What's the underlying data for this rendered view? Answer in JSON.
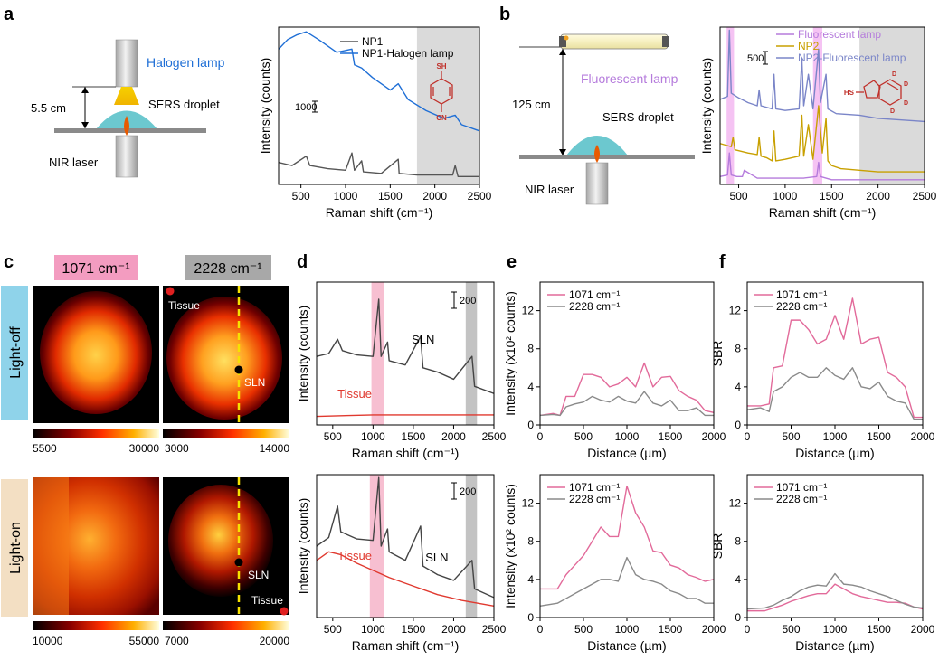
{
  "panels": {
    "a": {
      "letter": "a",
      "labels": {
        "lamp": "Halogen lamp",
        "distance": "5.5 cm",
        "droplet": "SERS droplet",
        "laser": "NIR laser"
      },
      "structure": {
        "top": "SH",
        "bottom": "CN"
      }
    },
    "b": {
      "letter": "b",
      "labels": {
        "lamp": "Fluorescent lamp",
        "distance": "125 cm",
        "droplet": "SERS droplet",
        "laser": "NIR laser"
      },
      "structure": {
        "sh": "HS",
        "d": "D"
      }
    },
    "c": {
      "letter": "c",
      "col1": "1071 cm⁻¹",
      "col2": "2228 cm⁻¹",
      "row1": "Light-off",
      "row2": "Light-on",
      "tissue": "Tissue",
      "sln": "SLN",
      "cbar_off_1": [
        "5500",
        "30000"
      ],
      "cbar_off_2": [
        "3000",
        "14000"
      ],
      "cbar_on_1": [
        "10000",
        "55000"
      ],
      "cbar_on_2": [
        "7000",
        "20000"
      ]
    },
    "d": {
      "letter": "d"
    },
    "e": {
      "letter": "e"
    },
    "f": {
      "letter": "f"
    }
  },
  "chart_data": [
    {
      "id": "a-spectra",
      "type": "line",
      "xlabel": "Raman shift (cm⁻¹)",
      "ylabel": "Intensity (counts)",
      "xlim": [
        250,
        2500
      ],
      "xticks": [
        500,
        1000,
        1500,
        2000,
        2500
      ],
      "scale_bar": "1000",
      "shaded": [
        [
          1800,
          2500
        ]
      ],
      "series": [
        {
          "name": "NP1",
          "color": "#555555",
          "x": [
            250,
            400,
            560,
            600,
            800,
            1000,
            1071,
            1100,
            1180,
            1200,
            1400,
            1590,
            1600,
            1800,
            2200,
            2228,
            2260,
            2500
          ],
          "y": [
            0.14,
            0.12,
            0.18,
            0.12,
            0.1,
            0.09,
            0.2,
            0.09,
            0.15,
            0.08,
            0.07,
            0.16,
            0.07,
            0.06,
            0.06,
            0.12,
            0.05,
            0.05
          ]
        },
        {
          "name": "NP1-Halogen lamp",
          "color": "#1f6fd6",
          "x": [
            250,
            350,
            450,
            560,
            700,
            900,
            1071,
            1100,
            1180,
            1300,
            1500,
            1590,
            1700,
            1900,
            2100,
            2228,
            2300,
            2500
          ],
          "y": [
            0.86,
            0.92,
            0.95,
            0.97,
            0.92,
            0.84,
            0.86,
            0.76,
            0.74,
            0.68,
            0.6,
            0.64,
            0.54,
            0.47,
            0.42,
            0.44,
            0.38,
            0.34
          ]
        }
      ]
    },
    {
      "id": "b-spectra",
      "type": "line",
      "xlabel": "Raman shift (cm⁻¹)",
      "ylabel": "Intensity (counts)",
      "xlim": [
        300,
        2500
      ],
      "xticks": [
        500,
        1000,
        1500,
        2000,
        2500
      ],
      "scale_bar": "500",
      "shaded": [
        [
          1800,
          2500
        ]
      ],
      "series": [
        {
          "name": "Fluorescent lamp",
          "color": "#b57bdc",
          "x": [
            300,
            380,
            400,
            420,
            480,
            540,
            560,
            700,
            1000,
            1200,
            1340,
            1360,
            1380,
            1500,
            2000,
            2500
          ],
          "y": [
            0.05,
            0.06,
            0.2,
            0.06,
            0.05,
            0.05,
            0.09,
            0.04,
            0.04,
            0.04,
            0.05,
            0.14,
            0.05,
            0.03,
            0.03,
            0.03
          ]
        },
        {
          "name": "NP2",
          "color": "#c8a000",
          "x": [
            300,
            420,
            440,
            460,
            600,
            700,
            720,
            740,
            800,
            860,
            880,
            900,
            1000,
            1150,
            1180,
            1200,
            1250,
            1300,
            1360,
            1400,
            1440,
            1460,
            1500,
            1600,
            1800,
            2000,
            2500
          ],
          "y": [
            0.26,
            0.24,
            0.3,
            0.22,
            0.2,
            0.19,
            0.3,
            0.18,
            0.17,
            0.15,
            0.34,
            0.15,
            0.16,
            0.18,
            0.44,
            0.18,
            0.38,
            0.16,
            0.5,
            0.2,
            0.42,
            0.15,
            0.12,
            0.1,
            0.09,
            0.08,
            0.08
          ]
        },
        {
          "name": "NP2-Fluorescent lamp",
          "color": "#7a85c8",
          "x": [
            300,
            380,
            400,
            420,
            500,
            600,
            700,
            720,
            740,
            860,
            880,
            900,
            1000,
            1150,
            1180,
            1200,
            1250,
            1300,
            1360,
            1380,
            1400,
            1440,
            1460,
            1550,
            1800,
            2000,
            2500
          ],
          "y": [
            0.54,
            0.56,
            0.98,
            0.58,
            0.55,
            0.52,
            0.5,
            0.6,
            0.5,
            0.48,
            0.7,
            0.48,
            0.47,
            0.48,
            0.8,
            0.5,
            0.7,
            0.48,
            0.86,
            0.52,
            0.58,
            0.7,
            0.48,
            0.45,
            0.44,
            0.42,
            0.4
          ]
        }
      ]
    },
    {
      "id": "d-off",
      "type": "line",
      "xlabel": "Raman shift (cm⁻¹)",
      "ylabel": "Intensity (counts)",
      "xlim": [
        300,
        2500
      ],
      "xticks": [
        500,
        1000,
        1500,
        2000,
        2500
      ],
      "scale_bar": "200",
      "annotations": {
        "sln": "SLN",
        "tissue": "Tissue"
      },
      "shaded": [
        [
          980,
          1140
        ],
        [
          2150,
          2290
        ]
      ],
      "series": [
        {
          "name": "SLN",
          "color": "#444444",
          "x": [
            300,
            450,
            560,
            620,
            800,
            1000,
            1071,
            1100,
            1180,
            1200,
            1400,
            1590,
            1620,
            1800,
            2000,
            2228,
            2260,
            2500
          ],
          "y": [
            0.48,
            0.5,
            0.6,
            0.52,
            0.49,
            0.48,
            0.88,
            0.48,
            0.58,
            0.45,
            0.42,
            0.62,
            0.4,
            0.37,
            0.32,
            0.48,
            0.27,
            0.22
          ]
        },
        {
          "name": "Tissue",
          "color": "#e0392f",
          "x": [
            300,
            1000,
            2500
          ],
          "y": [
            0.06,
            0.07,
            0.07
          ]
        }
      ]
    },
    {
      "id": "d-on",
      "type": "line",
      "xlabel": "Raman shift (cm⁻¹)",
      "ylabel": "Intensity (counts)",
      "xlim": [
        300,
        2500
      ],
      "xticks": [
        500,
        1000,
        1500,
        2000,
        2500
      ],
      "scale_bar": "200",
      "annotations": {
        "sln": "SLN",
        "tissue": "Tissue"
      },
      "shaded": [
        [
          960,
          1140
        ],
        [
          2150,
          2290
        ]
      ],
      "series": [
        {
          "name": "SLN",
          "color": "#444444",
          "x": [
            300,
            450,
            560,
            600,
            800,
            1000,
            1071,
            1100,
            1180,
            1200,
            1400,
            1590,
            1620,
            1800,
            2000,
            2228,
            2260,
            2500
          ],
          "y": [
            0.5,
            0.56,
            0.78,
            0.6,
            0.55,
            0.54,
            0.98,
            0.5,
            0.62,
            0.46,
            0.4,
            0.64,
            0.36,
            0.3,
            0.26,
            0.4,
            0.2,
            0.14
          ]
        },
        {
          "name": "Tissue",
          "color": "#e0392f",
          "x": [
            300,
            450,
            600,
            800,
            1000,
            1200,
            1500,
            1800,
            2100,
            2500
          ],
          "y": [
            0.4,
            0.46,
            0.44,
            0.38,
            0.33,
            0.28,
            0.22,
            0.16,
            0.12,
            0.08
          ]
        }
      ]
    },
    {
      "id": "e-off",
      "type": "line",
      "xlabel": "Distance (µm)",
      "ylabel": "Intensity (x10² counts)",
      "xlim": [
        0,
        2000
      ],
      "ylim": [
        0,
        15
      ],
      "xticks": [
        0,
        500,
        1000,
        1500,
        2000
      ],
      "yticks": [
        0,
        4,
        8,
        12
      ],
      "series": [
        {
          "name": "1071 cm⁻¹",
          "color": "#e26a9a",
          "x": [
            0,
            150,
            230,
            300,
            400,
            500,
            600,
            700,
            800,
            900,
            1000,
            1100,
            1200,
            1300,
            1400,
            1500,
            1600,
            1700,
            1800,
            1900,
            2000
          ],
          "y": [
            1.0,
            1.2,
            1.0,
            3.0,
            3.0,
            5.3,
            5.3,
            5.0,
            4.0,
            4.3,
            5.0,
            4.0,
            6.5,
            4.0,
            5.0,
            5.1,
            3.6,
            3.0,
            2.6,
            1.5,
            1.3
          ]
        },
        {
          "name": "2228 cm⁻¹",
          "color": "#8a8a8a",
          "x": [
            0,
            150,
            230,
            300,
            400,
            500,
            600,
            700,
            800,
            900,
            1000,
            1100,
            1200,
            1300,
            1400,
            1500,
            1600,
            1700,
            1800,
            1900,
            2000
          ],
          "y": [
            1.0,
            1.1,
            1.0,
            1.9,
            2.2,
            2.4,
            3.0,
            2.6,
            2.4,
            3.0,
            2.5,
            2.3,
            3.5,
            2.3,
            2.0,
            2.6,
            1.5,
            1.5,
            1.8,
            1.0,
            1.0
          ]
        }
      ]
    },
    {
      "id": "e-on",
      "type": "line",
      "xlabel": "Distance (µm)",
      "ylabel": "Intensity (x10² counts)",
      "xlim": [
        0,
        2000
      ],
      "ylim": [
        0,
        15
      ],
      "xticks": [
        0,
        500,
        1000,
        1500,
        2000
      ],
      "yticks": [
        0,
        4,
        8,
        12
      ],
      "series": [
        {
          "name": "1071 cm⁻¹",
          "color": "#e26a9a",
          "x": [
            0,
            200,
            300,
            400,
            500,
            600,
            700,
            800,
            900,
            1000,
            1100,
            1200,
            1300,
            1400,
            1500,
            1600,
            1700,
            1800,
            1900,
            2000
          ],
          "y": [
            3.0,
            3.0,
            4.5,
            5.5,
            6.5,
            8.0,
            9.5,
            8.5,
            8.5,
            13.8,
            11.0,
            9.5,
            7.0,
            6.8,
            5.5,
            5.2,
            4.5,
            4.2,
            3.8,
            4.0
          ]
        },
        {
          "name": "2228 cm⁻¹",
          "color": "#8a8a8a",
          "x": [
            0,
            200,
            300,
            400,
            500,
            600,
            700,
            800,
            900,
            1000,
            1100,
            1200,
            1300,
            1400,
            1500,
            1600,
            1700,
            1800,
            1900,
            2000
          ],
          "y": [
            1.2,
            1.5,
            2.0,
            2.5,
            3.0,
            3.5,
            4.0,
            4.0,
            3.8,
            6.3,
            4.5,
            4.0,
            3.8,
            3.5,
            2.8,
            2.5,
            2.0,
            2.0,
            1.5,
            1.5
          ]
        }
      ]
    },
    {
      "id": "f-off",
      "type": "line",
      "xlabel": "Distance (µm)",
      "ylabel": "SBR",
      "xlim": [
        0,
        2000
      ],
      "ylim": [
        0,
        15
      ],
      "xticks": [
        0,
        500,
        1000,
        1500,
        2000
      ],
      "yticks": [
        0,
        4,
        8,
        12
      ],
      "series": [
        {
          "name": "1071 cm⁻¹",
          "color": "#e26a9a",
          "x": [
            0,
            150,
            250,
            300,
            400,
            500,
            600,
            700,
            800,
            900,
            1000,
            1100,
            1200,
            1300,
            1400,
            1500,
            1600,
            1700,
            1800,
            1900,
            2000
          ],
          "y": [
            2.0,
            2.0,
            2.2,
            6.0,
            6.2,
            11.0,
            11.0,
            10.0,
            8.5,
            9.0,
            11.5,
            9.0,
            13.3,
            8.5,
            9.0,
            9.2,
            5.5,
            5.0,
            4.0,
            0.8,
            0.8
          ]
        },
        {
          "name": "2228 cm⁻¹",
          "color": "#8a8a8a",
          "x": [
            0,
            150,
            250,
            300,
            400,
            500,
            600,
            700,
            800,
            900,
            1000,
            1100,
            1200,
            1300,
            1400,
            1500,
            1600,
            1700,
            1800,
            1900,
            2000
          ],
          "y": [
            1.6,
            1.8,
            1.4,
            3.5,
            4.0,
            5.0,
            5.5,
            5.0,
            5.0,
            6.0,
            5.2,
            4.8,
            6.0,
            4.0,
            3.8,
            4.5,
            3.0,
            2.5,
            2.3,
            0.6,
            0.6
          ]
        }
      ]
    },
    {
      "id": "f-on",
      "type": "line",
      "xlabel": "Distance (µm)",
      "ylabel": "SBR",
      "xlim": [
        0,
        2000
      ],
      "ylim": [
        0,
        15
      ],
      "xticks": [
        0,
        500,
        1000,
        1500,
        2000
      ],
      "yticks": [
        0,
        4,
        8,
        12
      ],
      "series": [
        {
          "name": "1071 cm⁻¹",
          "color": "#e26a9a",
          "x": [
            0,
            200,
            300,
            400,
            500,
            600,
            700,
            800,
            900,
            1000,
            1100,
            1200,
            1300,
            1400,
            1500,
            1600,
            1700,
            1800,
            1900,
            2000
          ],
          "y": [
            0.7,
            0.7,
            1.0,
            1.3,
            1.7,
            2.0,
            2.3,
            2.5,
            2.5,
            3.5,
            3.0,
            2.5,
            2.2,
            2.0,
            1.8,
            1.6,
            1.6,
            1.5,
            1.1,
            0.9
          ]
        },
        {
          "name": "2228 cm⁻¹",
          "color": "#8a8a8a",
          "x": [
            0,
            200,
            300,
            400,
            500,
            600,
            700,
            800,
            900,
            1000,
            1100,
            1200,
            1300,
            1400,
            1500,
            1600,
            1700,
            1800,
            1900,
            2000
          ],
          "y": [
            0.9,
            1.0,
            1.3,
            1.8,
            2.2,
            2.8,
            3.2,
            3.4,
            3.3,
            4.6,
            3.5,
            3.4,
            3.2,
            2.8,
            2.5,
            2.2,
            1.8,
            1.4,
            1.1,
            1.0
          ]
        }
      ]
    }
  ]
}
